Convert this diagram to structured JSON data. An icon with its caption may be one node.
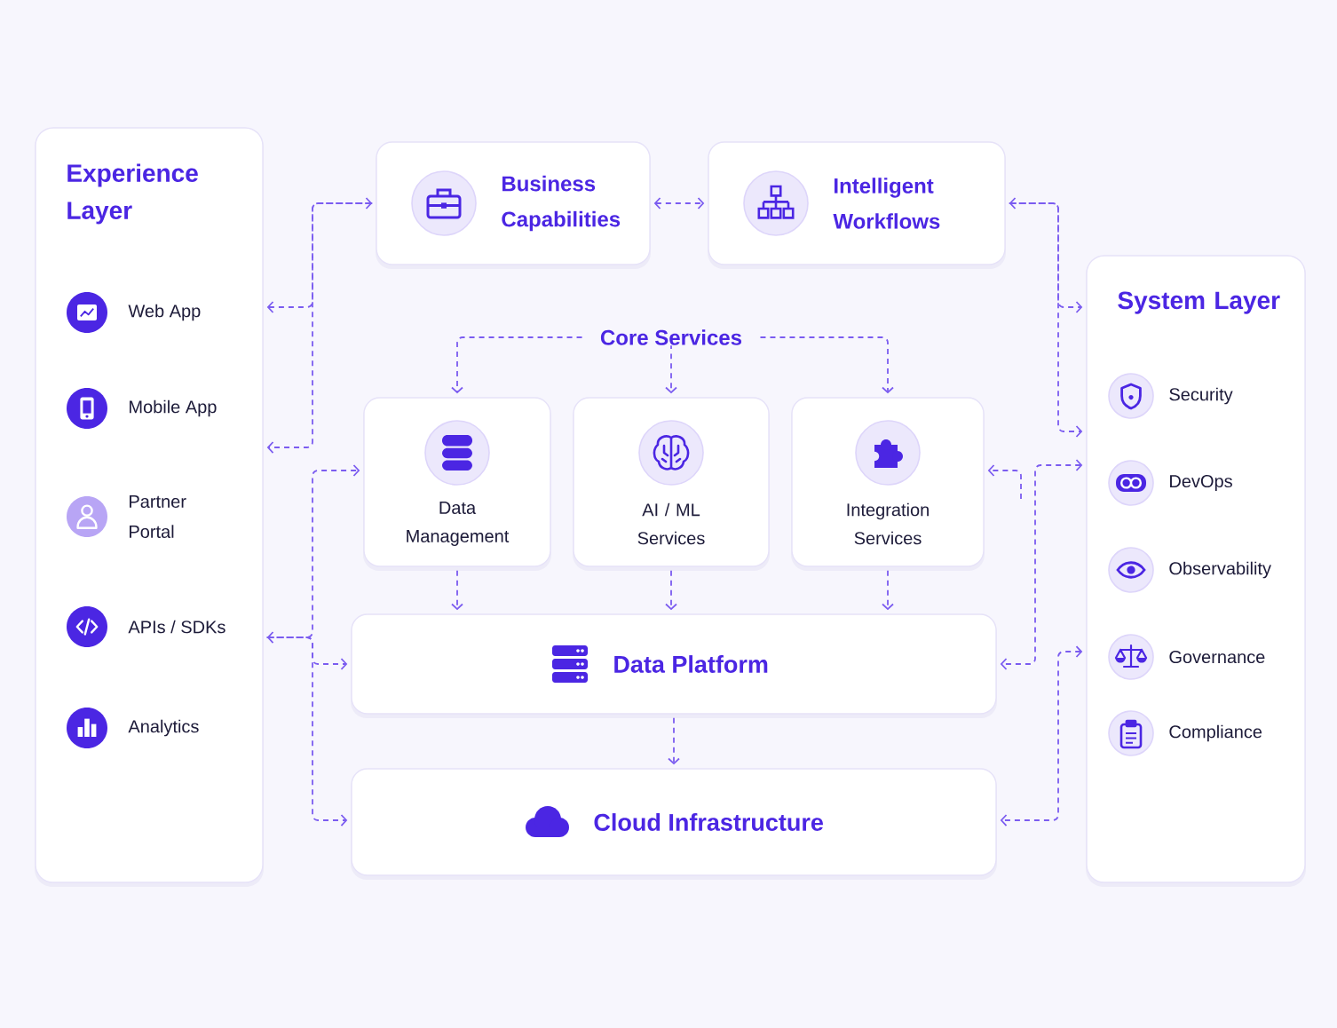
{
  "diagram": {
    "nodes": [
      {
        "text": [
          "Experience Layer"
        ]
      },
      {
        "text": [
          "Web App"
        ],
        "in": 0
      },
      {
        "text": [
          "Mobile App"
        ],
        "in": 0
      },
      {
        "text": [
          "Partner Portal"
        ],
        "in": 0
      },
      {
        "text": [
          "APIs / SDKs"
        ],
        "in": 0
      },
      {
        "text": [
          "Analytics"
        ],
        "in": 0
      },
      {
        "text": [
          "Business Capabilities"
        ]
      },
      {
        "text": [
          "Intelligent Workflows"
        ]
      },
      {
        "text": [
          "System Layer"
        ]
      },
      {
        "text": [
          "Security"
        ],
        "in": 8
      },
      {
        "text": [
          "DevOps"
        ],
        "in": 8
      },
      {
        "text": [
          "Observability"
        ],
        "in": 8
      },
      {
        "text": [
          "Governance"
        ],
        "in": 8
      },
      {
        "text": [
          "Compliance"
        ],
        "in": 8
      },
      {
        "text": [
          "Core Services"
        ]
      },
      {
        "text": [
          "Data Management"
        ]
      },
      {
        "text": [
          "AI / ML Services"
        ]
      },
      {
        "text": [
          "Integration Services"
        ]
      },
      {
        "text": [
          "Data Platform"
        ]
      },
      {
        "text": [
          "Cloud Infrastructure"
        ]
      }
    ],
    "edges": [
      {
        "from": 6,
        "to": 0,
        "arrow": "both"
      },
      {
        "from": 6,
        "to": 0,
        "arrow": "to"
      },
      {
        "from": 6,
        "to": 7,
        "arrow": "both"
      },
      {
        "from": 7,
        "to": 8,
        "arrow": "both"
      },
      {
        "from": 7,
        "to": 8,
        "arrow": "to"
      },
      {
        "from": 14,
        "to": 15,
        "arrow": "to"
      },
      {
        "from": 14,
        "to": 16,
        "arrow": "to"
      },
      {
        "from": 14,
        "to": 17,
        "arrow": "to"
      },
      {
        "from": 0,
        "to": 15,
        "arrow": "both"
      },
      {
        "from": 0,
        "to": 18,
        "arrow": "to"
      },
      {
        "from": 0,
        "to": 19,
        "arrow": "to"
      },
      {
        "from": null,
        "to": 17,
        "arrow": "to"
      },
      {
        "from": 8,
        "to": 18,
        "arrow": "both"
      },
      {
        "from": 15,
        "to": 18,
        "arrow": "to"
      },
      {
        "from": 16,
        "to": 18,
        "arrow": "to"
      },
      {
        "from": 17,
        "to": 18,
        "arrow": "to"
      },
      {
        "from": 18,
        "to": 19,
        "arrow": "to"
      },
      {
        "from": 8,
        "to": 19,
        "arrow": "both"
      }
    ]
  }
}
